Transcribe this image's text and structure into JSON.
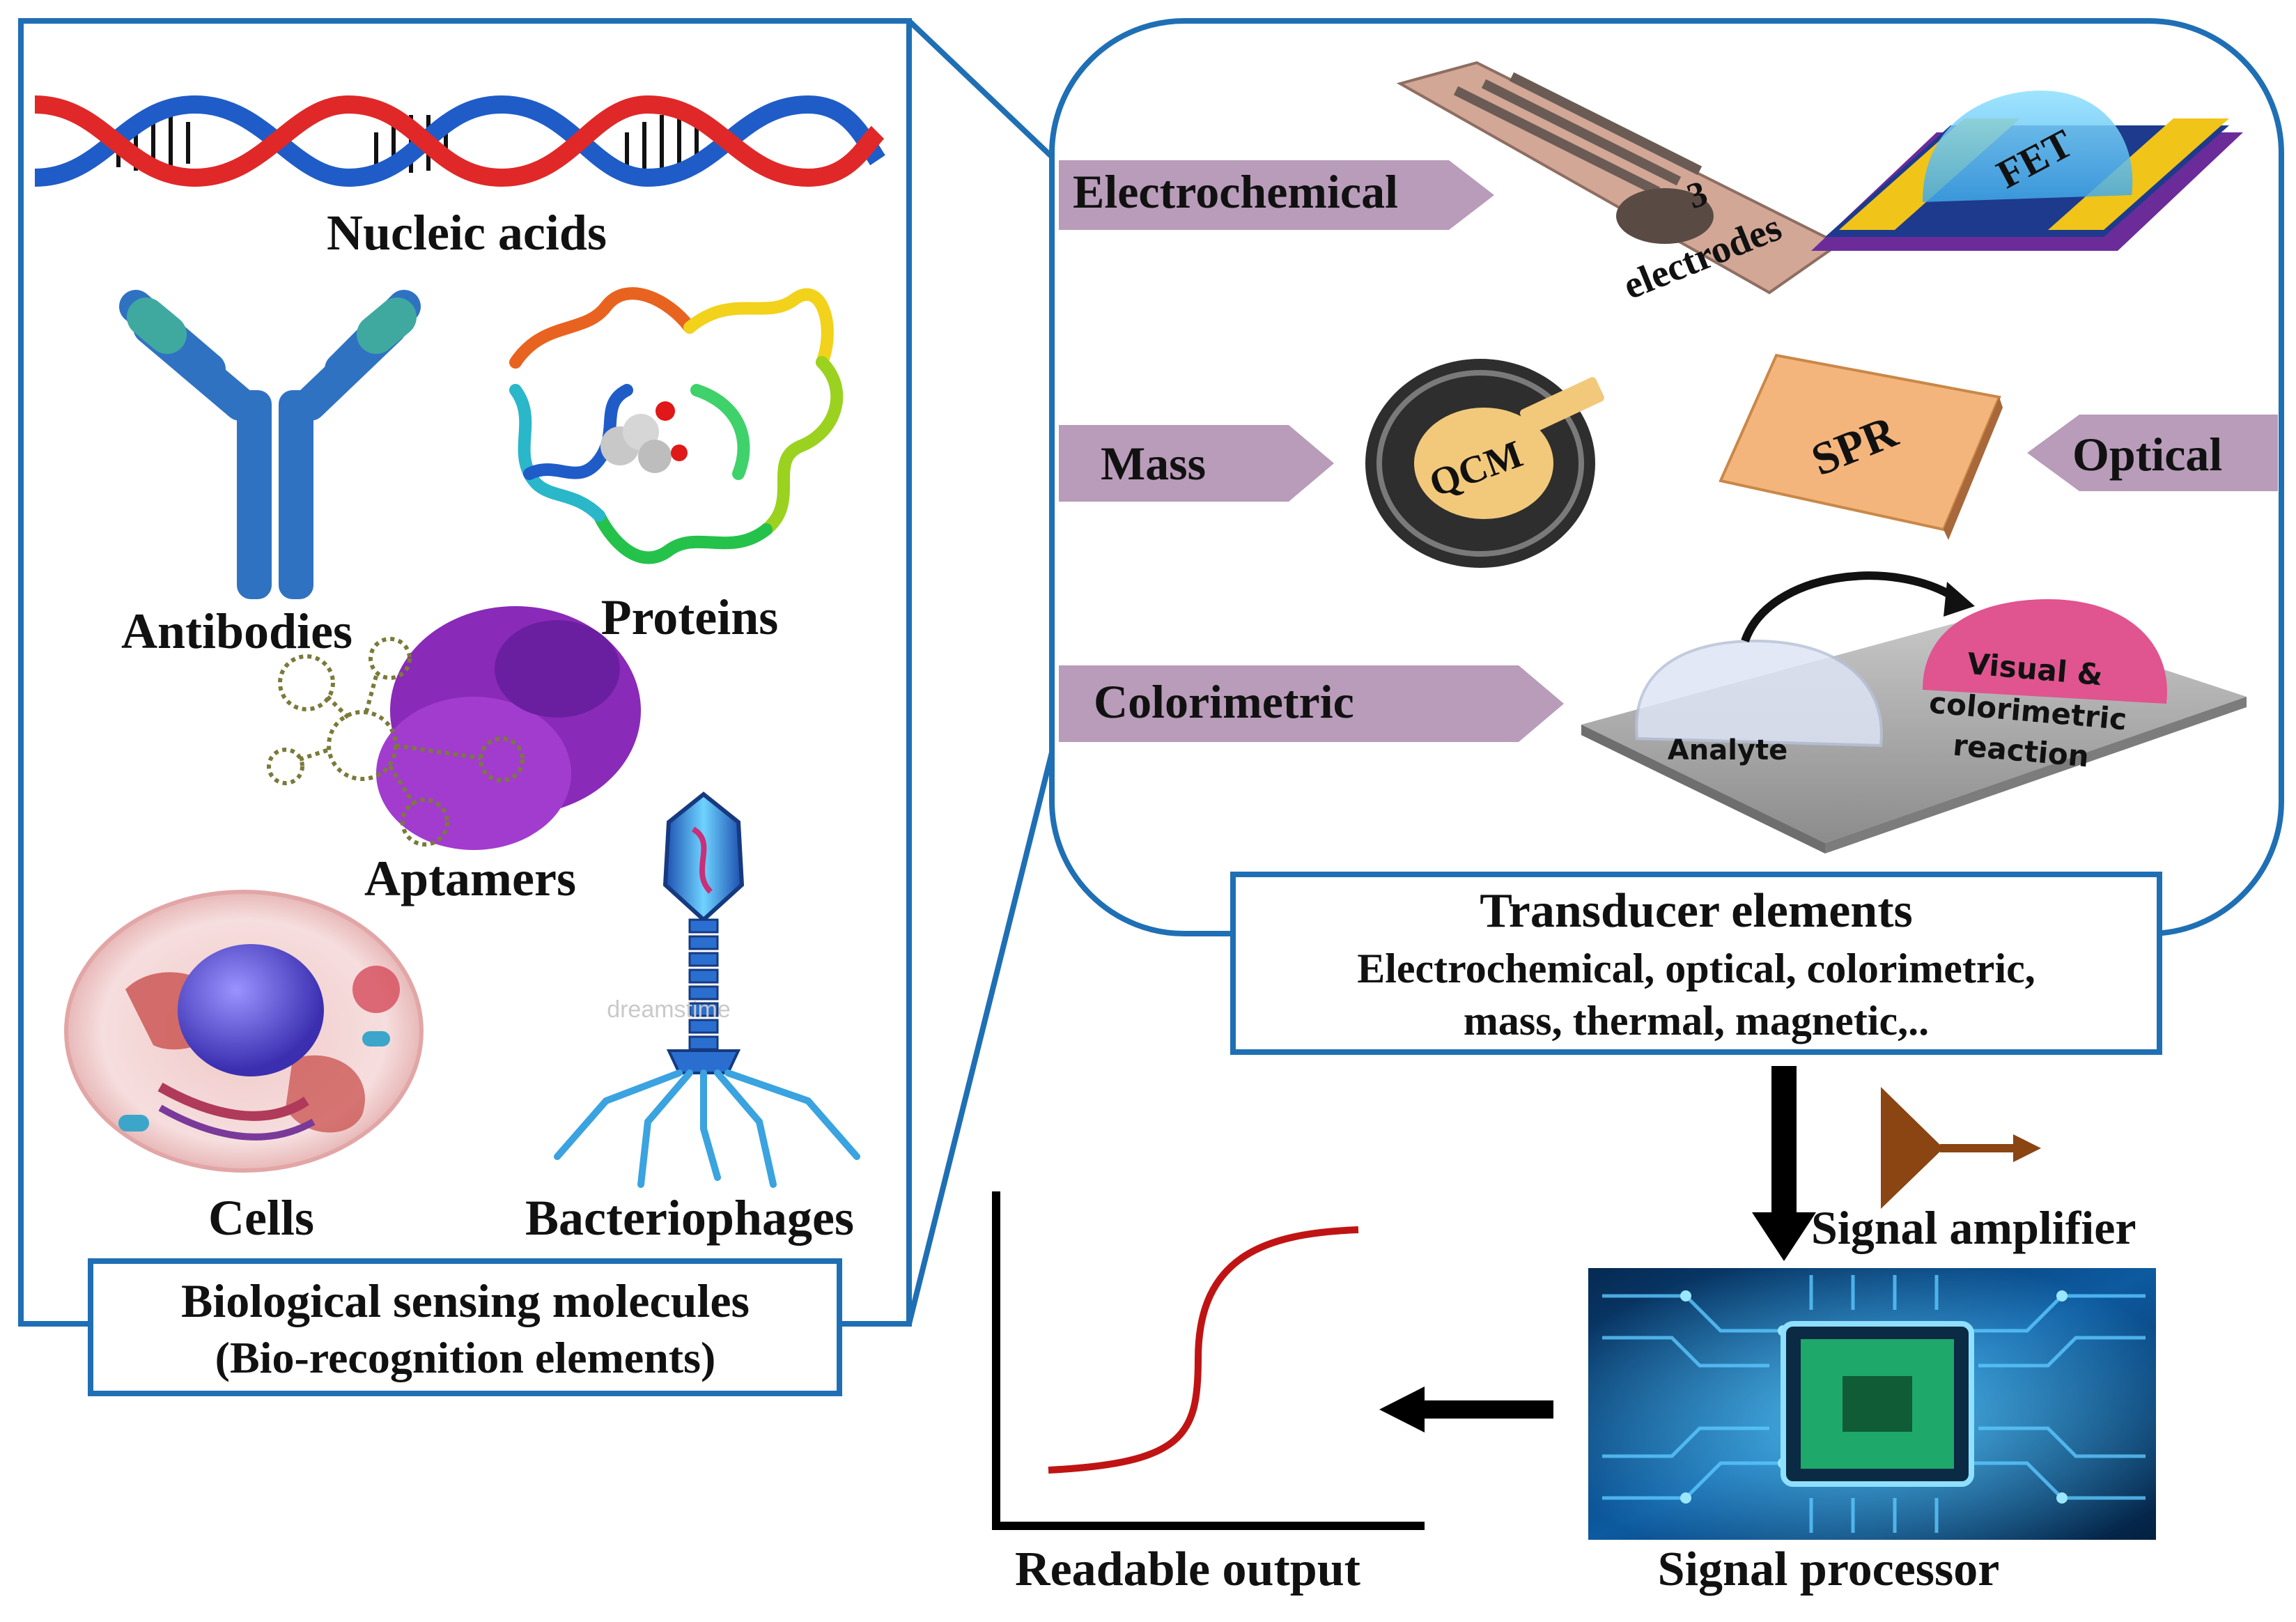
{
  "left_panel": {
    "nucleic_acids": "Nucleic acids",
    "antibodies": "Antibodies",
    "proteins": "Proteins",
    "aptamers": "Aptamers",
    "cells": "Cells",
    "bacteriophages": "Bacteriophages",
    "caption_line1": "Biological sensing molecules",
    "caption_line2": "(Bio-recognition elements)",
    "watermark": "dreamstime"
  },
  "transducer_panel": {
    "electrochemical": "Electrochemical",
    "electrodes_number": "3",
    "electrodes_word": "electrodes",
    "fet": "FET",
    "mass": "Mass",
    "qcm": "QCM",
    "spr": "SPR",
    "optical": "Optical",
    "colorimetric": "Colorimetric",
    "analyte": "Analyte",
    "reaction_line1": "Visual &",
    "reaction_line2": "colorimetric",
    "reaction_line3": "reaction",
    "caption_title": "Transducer elements",
    "caption_line1": "Electrochemical, optical, colorimetric,",
    "caption_line2": "mass, thermal, magnetic,.."
  },
  "signal_chain": {
    "amplifier": "Signal amplifier",
    "processor": "Signal processor",
    "output": "Readable output"
  },
  "colors": {
    "frame_blue": "#1f6fb5",
    "arrow_label_fill": "#b89cb9",
    "dna_red": "#e02828",
    "dna_blue": "#1f5cc8",
    "antibody_blue": "#2f72c2",
    "antibody_tip": "#3fa9a0",
    "aptamer_purple": "#8a2ab8",
    "cell_red": "#c9504e",
    "cell_nucleus": "#4a3fc6",
    "qcm_gold": "#f2c97a",
    "spr_orange": "#f4b57c",
    "reaction_pink": "#e0548f",
    "output_curve": "#c01414",
    "amplifier_brown": "#8a4513",
    "chip_green": "#1ea86a"
  }
}
